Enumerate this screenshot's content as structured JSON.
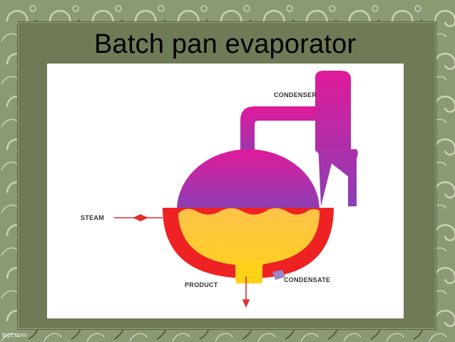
{
  "slide": {
    "title": "Batch pan evaporator",
    "watermark": "fppt.com"
  },
  "diagram": {
    "labels": {
      "condenser": "CONDENSER",
      "steam": "STEAM",
      "product": "PRODUCT",
      "condensate": "CONDENSATE"
    },
    "colors": {
      "vapor_top": "#e01a9a",
      "vapor_bottom": "#8a3fb5",
      "liquid_top": "#ffc24a",
      "liquid_bottom": "#ffd21a",
      "jacket": "#ee2222",
      "arrow": "#e03030",
      "condensate_pipe": "#9a86c8"
    }
  }
}
